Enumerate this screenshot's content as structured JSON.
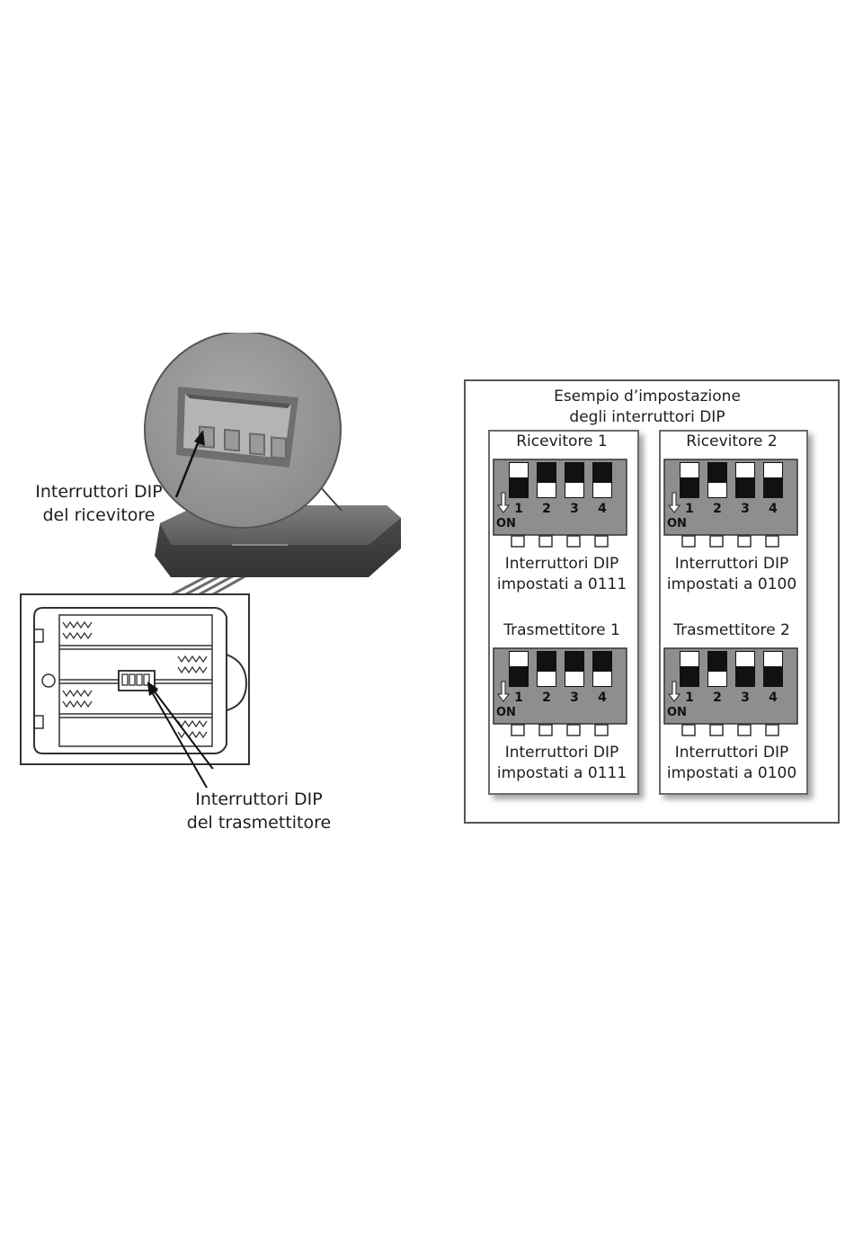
{
  "receiver_label": {
    "line1": "Interruttori DIP",
    "line2": "del ricevitore"
  },
  "transmitter_label": {
    "line1": "Interruttori DIP",
    "line2": "del trasmettitore"
  },
  "example": {
    "title_line1": "Esempio d’impostazione",
    "title_line2": "degli interruttori DIP"
  },
  "switch_on_label": "ON",
  "switch_numbers": [
    "1",
    "2",
    "3",
    "4"
  ],
  "panels": [
    {
      "id": "receiver-1",
      "title": "Ricevitore 1",
      "caption_line1": "Interruttori DIP",
      "caption_line2": "impostati a 0111",
      "bits": [
        0,
        1,
        1,
        1
      ]
    },
    {
      "id": "receiver-2",
      "title": "Ricevitore 2",
      "caption_line1": "Interruttori DIP",
      "caption_line2": "impostati a 0100",
      "bits": [
        0,
        1,
        0,
        0
      ]
    },
    {
      "id": "transmitter-1",
      "title": "Trasmettitore 1",
      "caption_line1": "Interruttori DIP",
      "caption_line2": "impostati a 0111",
      "bits": [
        0,
        1,
        1,
        1
      ]
    },
    {
      "id": "transmitter-2",
      "title": "Trasmettitore 2",
      "caption_line1": "Interruttori DIP",
      "caption_line2": "impostati a 0100",
      "bits": [
        0,
        1,
        0,
        0
      ]
    }
  ]
}
